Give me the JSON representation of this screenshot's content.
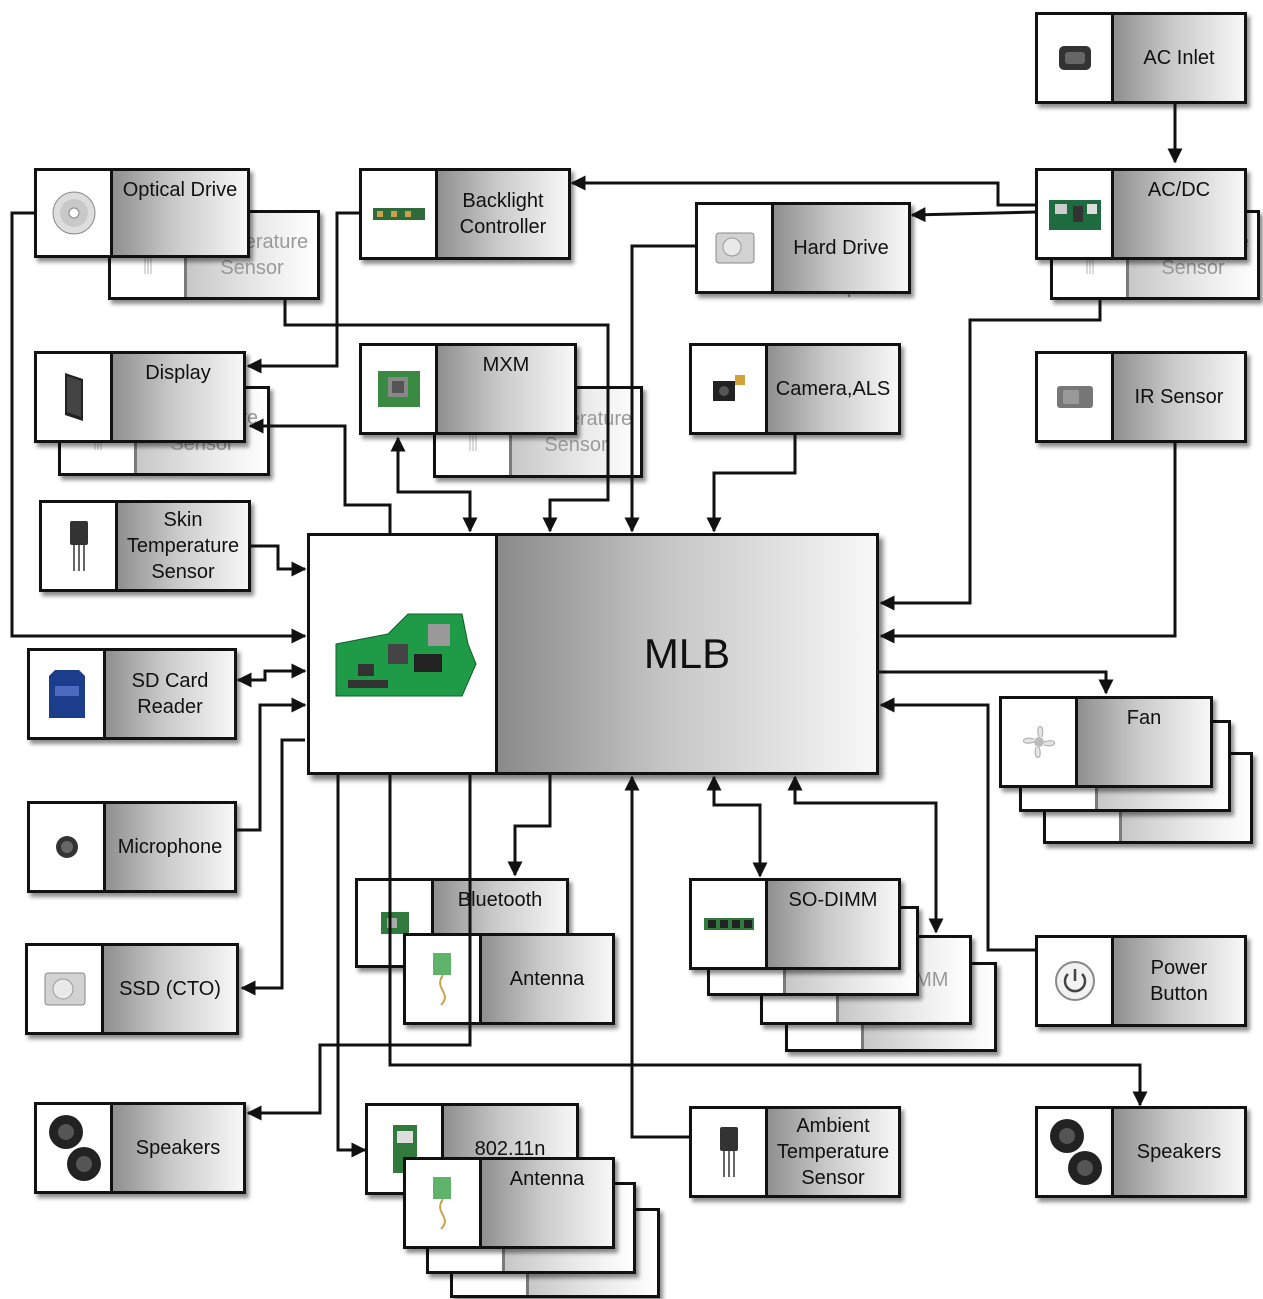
{
  "mlb": {
    "label": "MLB",
    "icon": "logic-board-icon"
  },
  "components": [
    {
      "id": "ac-inlet",
      "label": "AC Inlet",
      "icon": "ac-inlet-icon"
    },
    {
      "id": "acdc",
      "label": "AC/DC",
      "icon": "power-supply-icon"
    },
    {
      "id": "acdc-temp",
      "label": "Temperature\nSensor",
      "icon": "temperature-sensor-icon"
    },
    {
      "id": "optical-drive",
      "label": "Optical Drive",
      "icon": "optical-disc-icon"
    },
    {
      "id": "optical-temp",
      "label": "Temperature\nSensor",
      "icon": "temperature-sensor-icon"
    },
    {
      "id": "backlight",
      "label": "Backlight\nController",
      "icon": "backlight-board-icon"
    },
    {
      "id": "hard-drive",
      "label": "Hard Drive",
      "icon": "hard-drive-icon"
    },
    {
      "id": "display",
      "label": "Display",
      "icon": "display-panel-icon"
    },
    {
      "id": "display-temp",
      "label": "Temperature\nSensor",
      "icon": "temperature-sensor-icon"
    },
    {
      "id": "mxm",
      "label": "MXM",
      "icon": "graphics-card-icon"
    },
    {
      "id": "mxm-temp",
      "label": "Temperature\nSensor",
      "icon": "temperature-sensor-icon"
    },
    {
      "id": "camera",
      "label": "Camera,ALS",
      "icon": "camera-icon"
    },
    {
      "id": "ir-sensor",
      "label": "IR Sensor",
      "icon": "ir-sensor-icon"
    },
    {
      "id": "skin-temp",
      "label": "Skin\nTemperature\nSensor",
      "icon": "temperature-sensor-icon"
    },
    {
      "id": "sd-card",
      "label": "SD Card\nReader",
      "icon": "sd-card-icon"
    },
    {
      "id": "microphone",
      "label": "Microphone",
      "icon": "microphone-icon"
    },
    {
      "id": "ssd",
      "label": "SSD (CTO)",
      "icon": "ssd-icon"
    },
    {
      "id": "speakers-left",
      "label": "Speakers",
      "icon": "speaker-icon"
    },
    {
      "id": "bluetooth",
      "label": "Bluetooth",
      "icon": "bluetooth-module-icon"
    },
    {
      "id": "bt-antenna",
      "label": "Antenna",
      "icon": "antenna-icon"
    },
    {
      "id": "wifi",
      "label": "802.11n",
      "icon": "wifi-card-icon"
    },
    {
      "id": "wifi-antenna-1",
      "label": "Antenna",
      "icon": "antenna-icon"
    },
    {
      "id": "wifi-antenna-2",
      "label": "Antenna",
      "icon": "antenna-icon"
    },
    {
      "id": "wifi-antenna-3",
      "label": "Antenna",
      "icon": "antenna-icon"
    },
    {
      "id": "ambient-temp",
      "label": "Ambient\nTemperature\nSensor",
      "icon": "temperature-sensor-icon"
    },
    {
      "id": "sodimm-1",
      "label": "SO-DIMM",
      "icon": "memory-module-icon"
    },
    {
      "id": "sodimm-2",
      "label": "SO-DIMM",
      "icon": "memory-module-icon"
    },
    {
      "id": "sodimm-3",
      "label": "SO-DIMM",
      "icon": "memory-module-icon"
    },
    {
      "id": "sodimm-4",
      "label": "SO-DIMM",
      "icon": "memory-module-icon"
    },
    {
      "id": "fan-1",
      "label": "Fan",
      "icon": "fan-icon"
    },
    {
      "id": "fan-2",
      "label": "Fan",
      "icon": "fan-icon"
    },
    {
      "id": "fan-3",
      "label": "Fan",
      "icon": "fan-icon"
    },
    {
      "id": "power-button",
      "label": "Power\nButton",
      "icon": "power-button-icon"
    },
    {
      "id": "speakers-right",
      "label": "Speakers",
      "icon": "speaker-icon"
    }
  ]
}
